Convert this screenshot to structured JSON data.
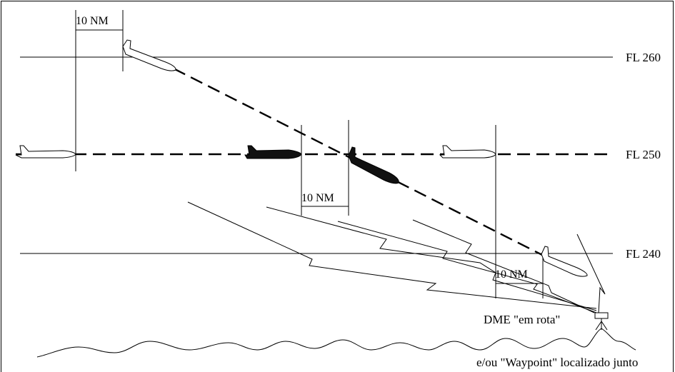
{
  "diagram": {
    "flight_levels": [
      "FL 260",
      "FL 250",
      "FL 240"
    ],
    "separation_labels": [
      "10 NM",
      "10 NM",
      "10 NM"
    ],
    "station_label": "DME \"em rota\"",
    "waypoint_label": "e/ou \"Waypoint\" localizado junto",
    "colors": {
      "line": "#000000",
      "background": "#ffffff",
      "plane_dark": "#111111"
    },
    "icons": [
      "aircraft-icon",
      "dme-station-icon"
    ]
  }
}
